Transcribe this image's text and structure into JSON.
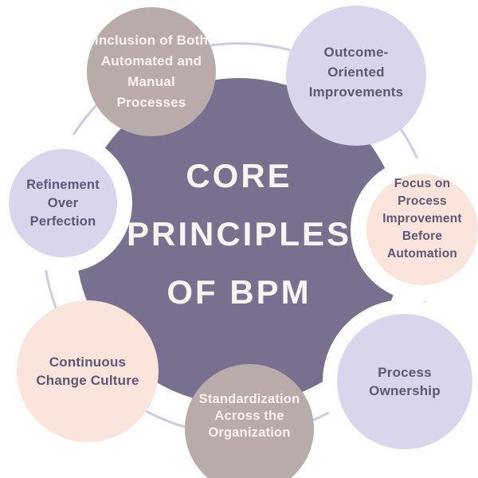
{
  "diagram": {
    "title_lines": [
      "CORE",
      "PRINCIPLES",
      "OF BPM"
    ],
    "satellites": [
      {
        "name": "inclusion",
        "lines": [
          "Inclusion of Both",
          "Automated and",
          "Manual",
          "Processes"
        ]
      },
      {
        "name": "outcome",
        "lines": [
          "Outcome-",
          "Oriented",
          "Improvements"
        ]
      },
      {
        "name": "focus",
        "lines": [
          "Focus on",
          "Process",
          "Improvement",
          "Before",
          "Automation"
        ]
      },
      {
        "name": "ownership",
        "lines": [
          "Process",
          "Ownership"
        ]
      },
      {
        "name": "standardization",
        "lines": [
          "Standardization",
          "Across the",
          "Organization"
        ]
      },
      {
        "name": "continuous",
        "lines": [
          "Continuous",
          "Change Culture"
        ]
      },
      {
        "name": "refinement",
        "lines": [
          "Refinement",
          "Over",
          "Perfection"
        ]
      }
    ]
  },
  "colors": {
    "background": "#ffffff",
    "center-fill": "#797090",
    "taupe-fill": "#b9aba9",
    "lavender-fill": "#d9d5ec",
    "peach-fill": "#fbe4dc",
    "ring-stroke": "#cecae4",
    "text-dark": "#5e5677",
    "text-light": "#f9f4f1"
  }
}
